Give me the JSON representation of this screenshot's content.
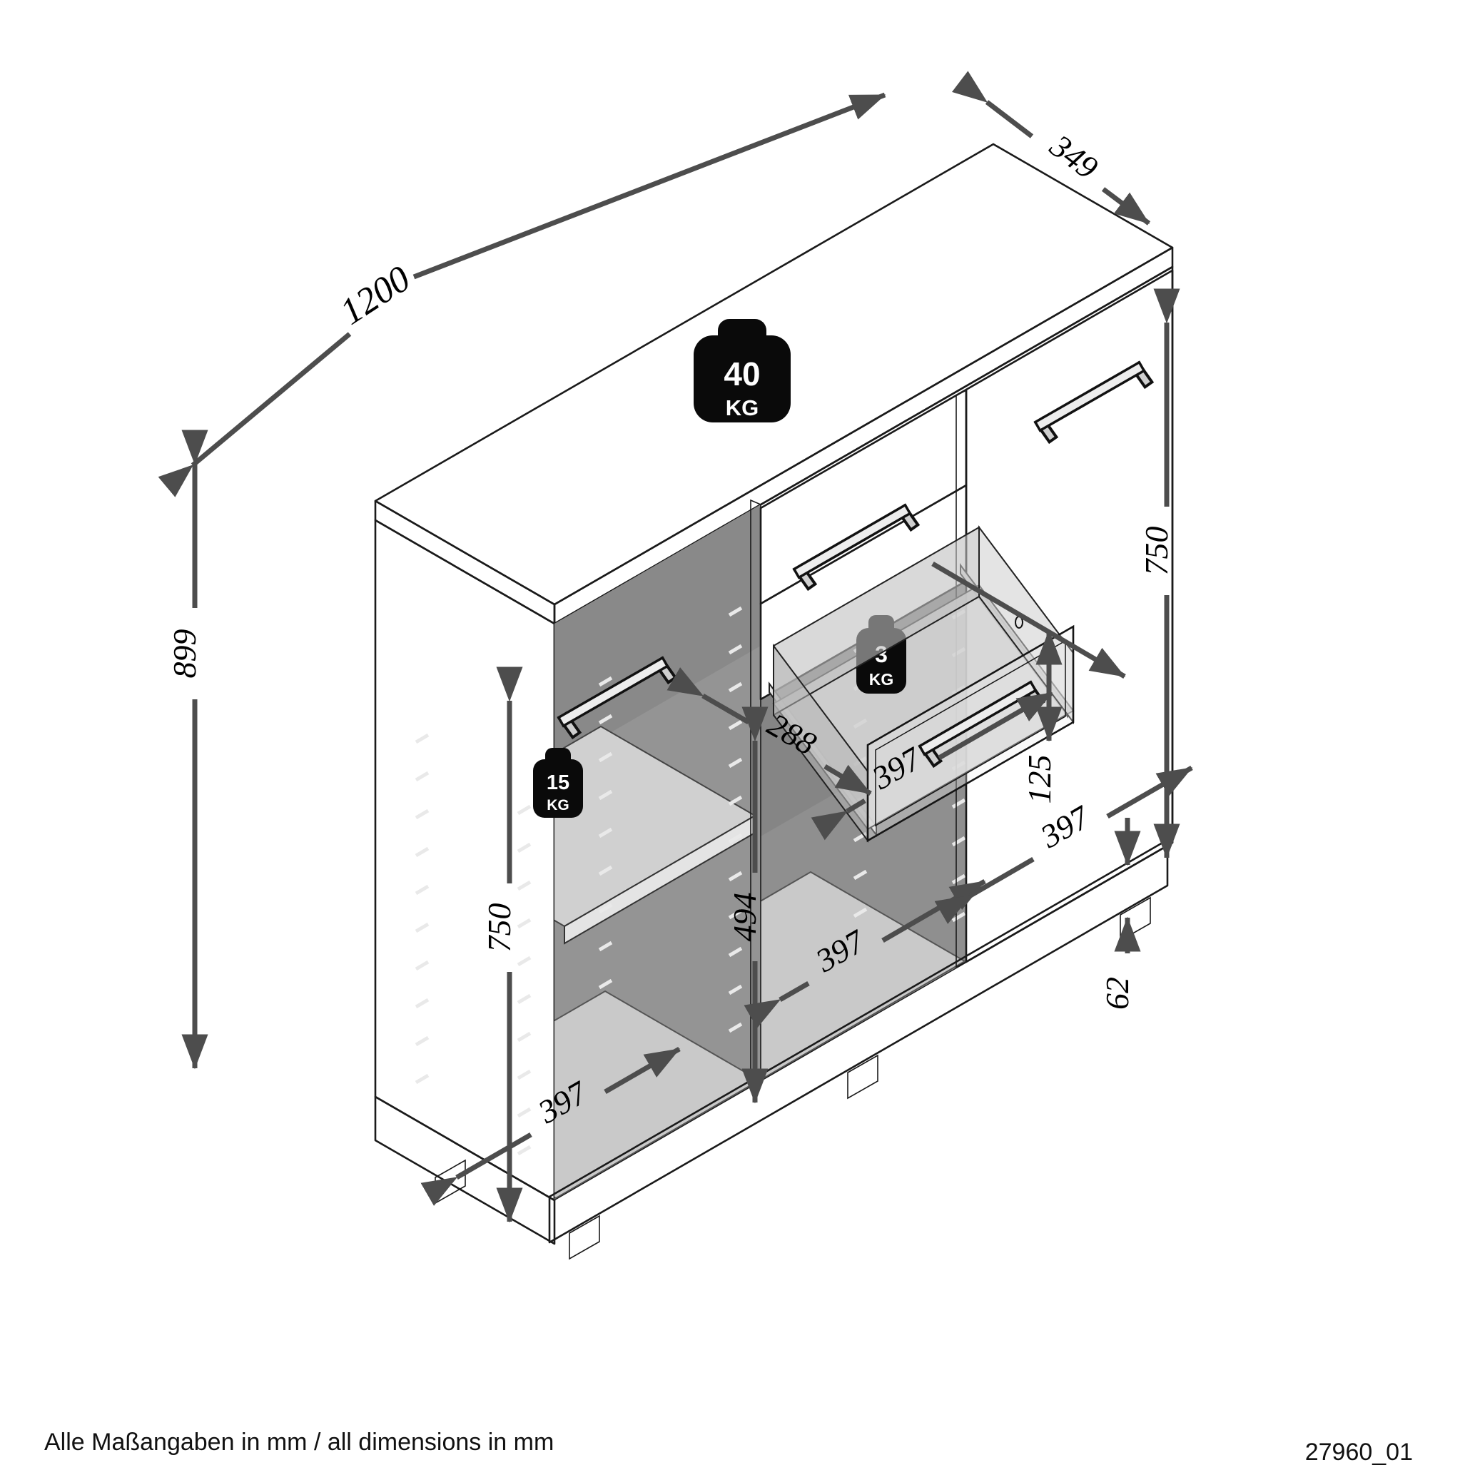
{
  "drawing": {
    "number": "27960_01",
    "note": "Alle Maßangaben in mm / all dimensions in mm"
  },
  "dimensions": {
    "width": "1200",
    "depth": "349",
    "height": "899",
    "left_door_height": "750",
    "right_door_height": "750",
    "left_compartment_width": "397",
    "center_compartment_width": "397",
    "right_door_width": "397",
    "drawer_width": "397",
    "drawer_inner_depth": "288",
    "drawer_front_height": "125",
    "open_compartment_height": "494",
    "plinth_height": "62"
  },
  "max_loads": {
    "top": {
      "value": "40",
      "unit": "KG"
    },
    "shelf": {
      "value": "15",
      "unit": "KG"
    },
    "drawer": {
      "value": "3",
      "unit": "KG"
    }
  }
}
